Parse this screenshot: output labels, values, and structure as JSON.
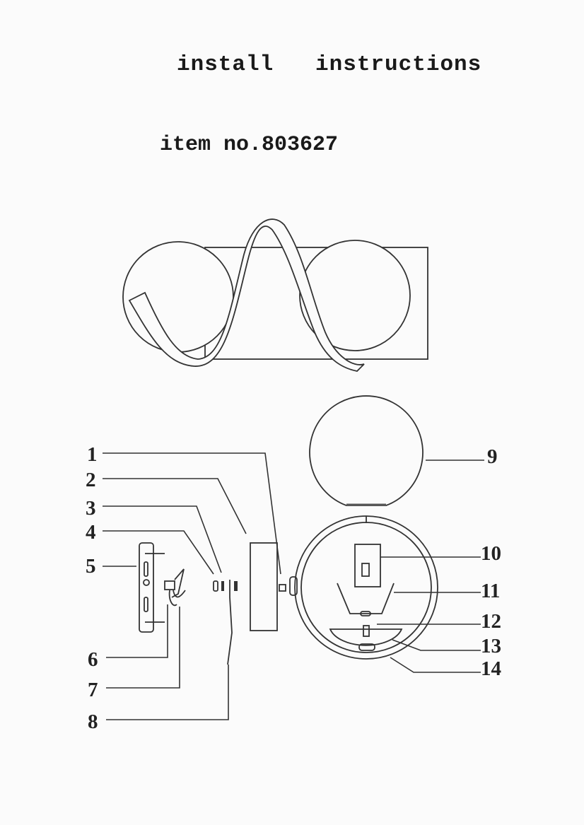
{
  "document": {
    "title": "install   instructions",
    "item_number": "item no.803627"
  },
  "callouts": {
    "left": [
      "1",
      "2",
      "3",
      "4",
      "5",
      "6",
      "7",
      "8"
    ],
    "right": [
      "9",
      "10",
      "11",
      "12",
      "13",
      "14"
    ]
  }
}
